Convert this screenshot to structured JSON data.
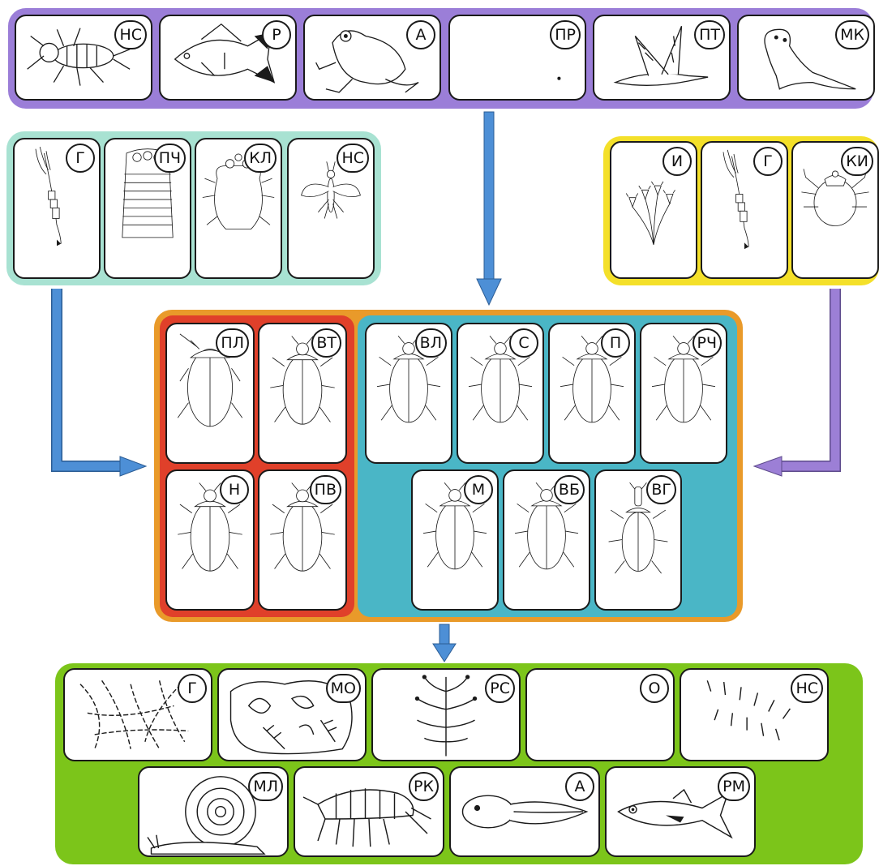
{
  "colors": {
    "predators": "#9b7ed8",
    "food_left": "#a8e2d2",
    "parasites": "#f4e02a",
    "beetles_outer": "#e99a2a",
    "beetles_predatory": "#e0402a",
    "beetles_other": "#4ab6c6",
    "prey": "#7cc51a",
    "arrow_blue": "#4d8fd6",
    "arrow_purple": "#9c7fd6"
  },
  "predators": [
    {
      "label": "НС",
      "icon": "insect-larva-icon"
    },
    {
      "label": "Р",
      "icon": "fish-icon"
    },
    {
      "label": "А",
      "icon": "frog-icon"
    },
    {
      "label": "ПР",
      "icon": "snake-icon"
    },
    {
      "label": "ПТ",
      "icon": "bird-icon"
    },
    {
      "label": "МК",
      "icon": "otter-icon"
    }
  ],
  "left_group": [
    {
      "label": "Г",
      "icon": "fungus-icon"
    },
    {
      "label": "ПЧ",
      "icon": "leech-icon"
    },
    {
      "label": "КЛ",
      "icon": "mite-icon"
    },
    {
      "label": "НС",
      "icon": "wasp-icon"
    }
  ],
  "right_group": [
    {
      "label": "И",
      "icon": "protozoa-icon"
    },
    {
      "label": "Г",
      "icon": "fungus-icon"
    },
    {
      "label": "КИ",
      "icon": "tick-icon"
    }
  ],
  "beetles_predatory": [
    {
      "label": "ПЛ",
      "icon": "diving-beetle-icon"
    },
    {
      "label": "ВТ",
      "icon": "beetle-icon"
    },
    {
      "label": "Н",
      "icon": "beetle-icon"
    },
    {
      "label": "ПВ",
      "icon": "beetle-icon"
    }
  ],
  "beetles_other": [
    {
      "label": "ВЛ",
      "icon": "beetle-icon"
    },
    {
      "label": "С",
      "icon": "beetle-icon"
    },
    {
      "label": "П",
      "icon": "beetle-icon"
    },
    {
      "label": "РЧ",
      "icon": "beetle-icon"
    },
    {
      "label": "М",
      "icon": "beetle-icon"
    },
    {
      "label": "ВБ",
      "icon": "beetle-icon"
    },
    {
      "label": "ВГ",
      "icon": "weevil-icon"
    }
  ],
  "prey": [
    {
      "label": "Г",
      "icon": "algae-icon"
    },
    {
      "label": "МО",
      "icon": "detritus-icon"
    },
    {
      "label": "РС",
      "icon": "plant-icon"
    },
    {
      "label": "О",
      "icon": "worm-icon"
    },
    {
      "label": "НС",
      "icon": "aquatic-larva-icon"
    },
    {
      "label": "МЛ",
      "icon": "snail-icon"
    },
    {
      "label": "РК",
      "icon": "amphipod-icon"
    },
    {
      "label": "А",
      "icon": "tadpole-icon"
    },
    {
      "label": "РМ",
      "icon": "small-fish-icon"
    }
  ]
}
